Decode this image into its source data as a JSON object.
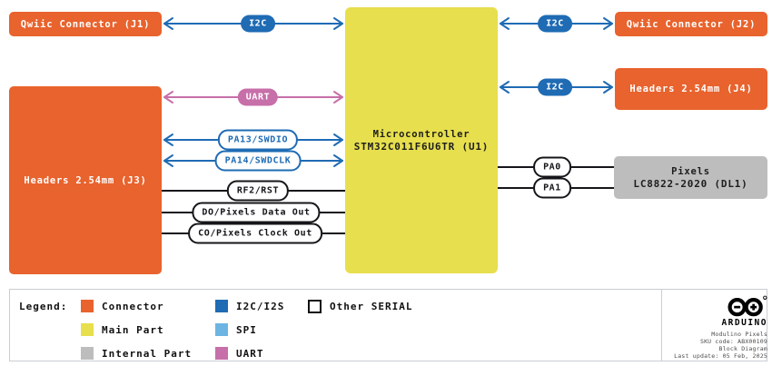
{
  "diagram": {
    "blocks": {
      "j1": {
        "label": "Qwiic Connector (J1)"
      },
      "j2": {
        "label": "Qwiic Connector (J2)"
      },
      "j3": {
        "label": "Headers 2.54mm (J3)"
      },
      "j4": {
        "label": "Headers 2.54mm (J4)"
      },
      "mcu": {
        "line1": "Microcontroller",
        "line2": "STM32C011F6U6TR (U1)"
      },
      "pixels": {
        "line1": "Pixels",
        "line2": "LC8822-2020 (DL1)"
      }
    },
    "connections": {
      "i2c_j1": "I2C",
      "i2c_j2": "I2C",
      "i2c_j4": "I2C",
      "uart": "UART",
      "pa13": "PA13/SWDIO",
      "pa14": "PA14/SWDCLK",
      "rf2": "RF2/RST",
      "data_out": "DO/Pixels Data Out",
      "clock_out": "CO/Pixels Clock Out",
      "pa0": "PA0",
      "pa1": "PA1"
    }
  },
  "legend": {
    "title": "Legend:",
    "items": [
      {
        "label": "Connector",
        "color": "#E8632D"
      },
      {
        "label": "Main Part",
        "color": "#E7DF4D"
      },
      {
        "label": "Internal Part",
        "color": "#BDBDBD"
      },
      {
        "label": "I2C/I2S",
        "color": "#1F6BB4"
      },
      {
        "label": "SPI",
        "color": "#6CB5E3"
      },
      {
        "label": "UART",
        "color": "#C76FA9"
      },
      {
        "label": "Other SERIAL",
        "color": "#FFFFFF"
      }
    ]
  },
  "footer": {
    "brand": "ARDUINO",
    "product": "Modulino Pixels",
    "sku": "SKU code: ABX00109",
    "doc": "Block Diagram",
    "updated": "Last update: 05 Feb, 2025"
  },
  "colors": {
    "connector_orange": "#E8632D",
    "main_part_yellow": "#E7DF4D",
    "internal_part_gray": "#BDBDBD",
    "i2c_blue": "#1F6BB4",
    "spi_light_blue": "#6CB5E3",
    "uart_pink": "#C76FA9",
    "wire_black": "#16161a",
    "panel_border": "#c9ced3"
  }
}
